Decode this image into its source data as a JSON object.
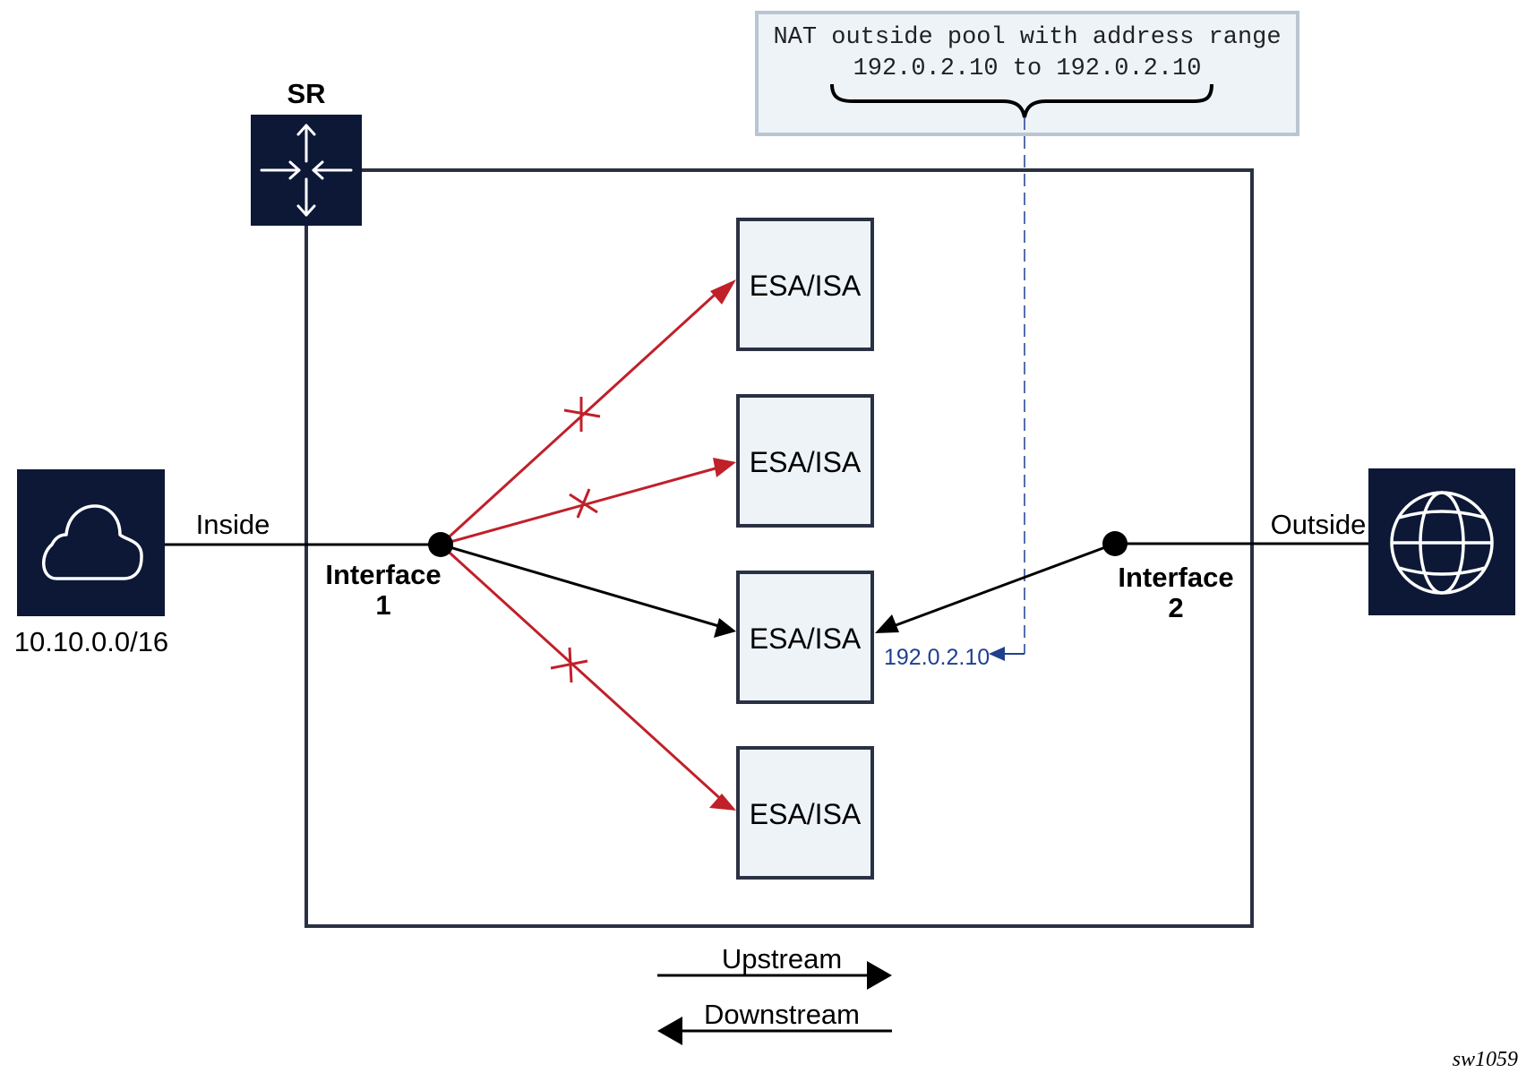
{
  "diagram": {
    "router": {
      "label": "SR",
      "icon": "router-icon"
    },
    "nat_pool_note": {
      "line1": "NAT outside pool with address range",
      "line2": "192.0.2.10 to 192.0.2.10"
    },
    "inside_network": {
      "label": "Inside",
      "prefix": "10.10.0.0/16",
      "icon": "cloud-icon"
    },
    "outside_network": {
      "label": "Outside",
      "icon": "globe-icon"
    },
    "interface1": {
      "line1": "Interface",
      "line2": "1"
    },
    "interface2": {
      "line1": "Interface",
      "line2": "2"
    },
    "isa_cards": [
      {
        "label": "ESA/ISA",
        "path_state": "blocked"
      },
      {
        "label": "ESA/ISA",
        "path_state": "blocked"
      },
      {
        "label": "ESA/ISA",
        "path_state": "active"
      },
      {
        "label": "ESA/ISA",
        "path_state": "blocked"
      }
    ],
    "pool_address_label": "192.0.2.10",
    "legend": {
      "upstream": "Upstream",
      "downstream": "Downstream"
    },
    "figure_id": "sw1059",
    "colors": {
      "icon_bg": "#0c1836",
      "frame": "#2a3142",
      "card_fill": "#eef3f8",
      "blocked_path": "#c0202a",
      "active_path": "#000000",
      "pool_link": "#1f3f8f",
      "note_border": "#b9c5d1"
    }
  }
}
